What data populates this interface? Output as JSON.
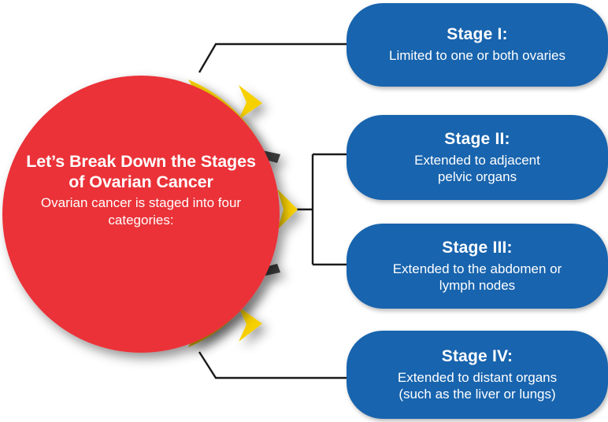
{
  "center": {
    "title": "Let’s Break Down the Stages of Ovarian Cancer",
    "subtitle": "Ovarian cancer is staged into four categories:"
  },
  "stages": [
    {
      "id": "stage-1",
      "title": "Stage I:",
      "description": "Limited to one or both ovaries"
    },
    {
      "id": "stage-2",
      "title": "Stage  II:",
      "description": "Extended to adjacent\npelvic organs"
    },
    {
      "id": "stage-3",
      "title": "Stage  III:",
      "description": "Extended to the abdomen or\nlymph nodes"
    },
    {
      "id": "stage-4",
      "title": "Stage  IV:",
      "description": "Extended to distant organs\n(such as the liver or lungs)"
    }
  ],
  "colors": {
    "circle_red": "#EA3339",
    "arc_yellow": "#F7D000",
    "box_blue": "#1864AE",
    "connector_black": "#1A1A1A",
    "text_white": "#FFFFFF",
    "background": "#FFFFFF"
  }
}
